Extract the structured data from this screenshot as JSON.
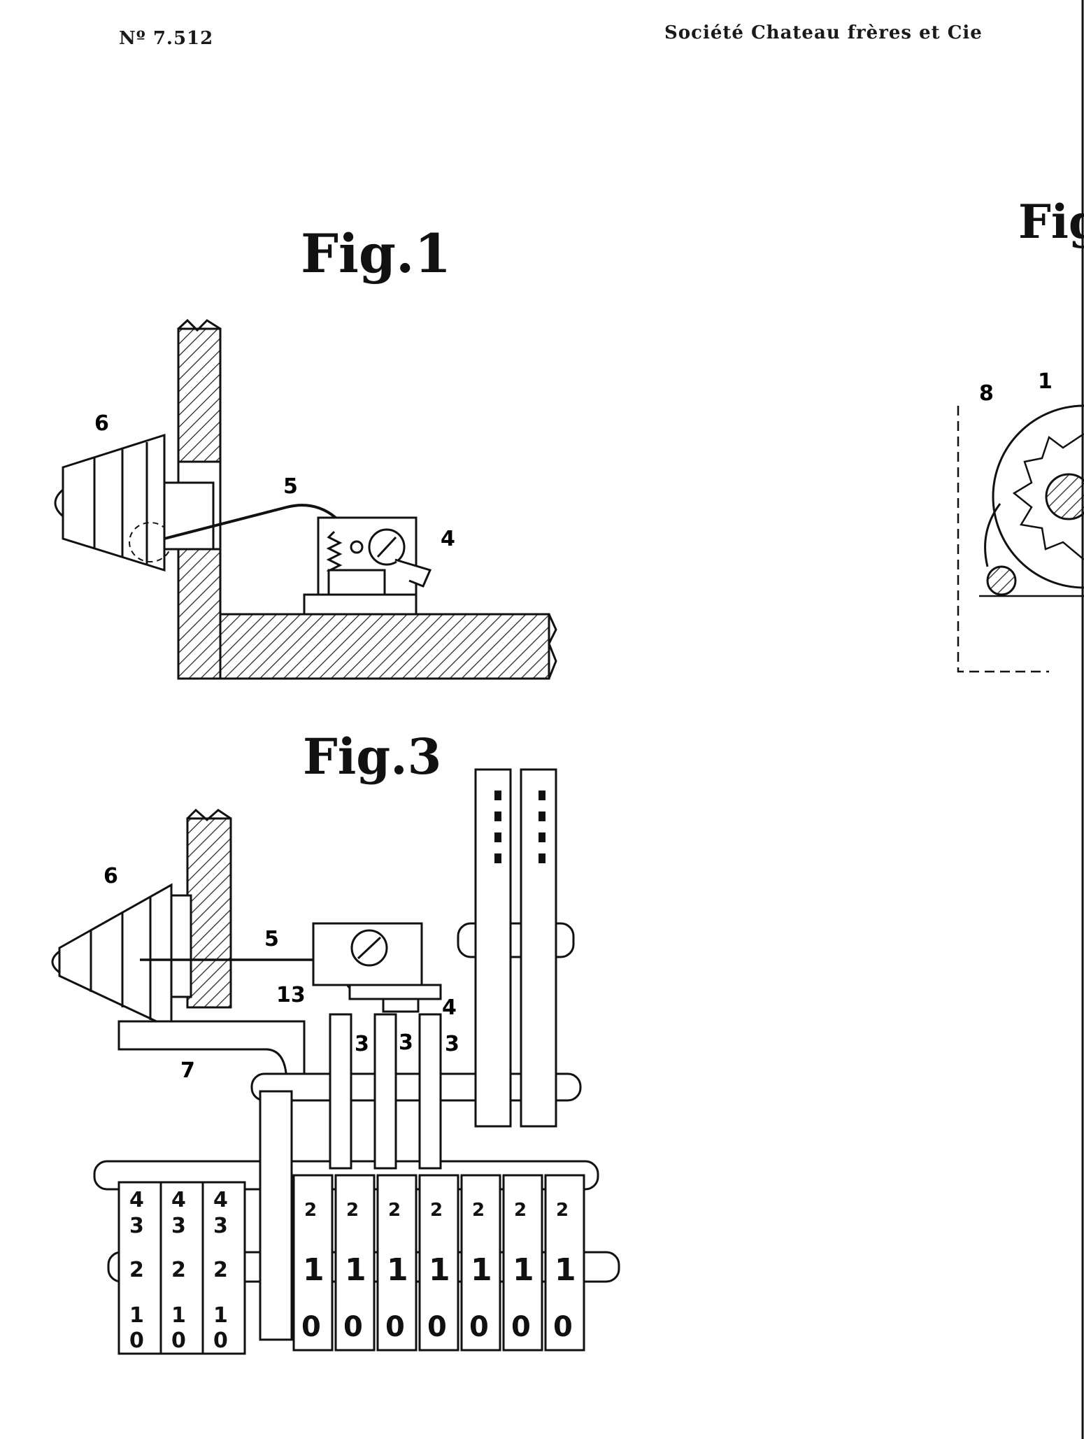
{
  "header": {
    "patent_number": "Nº 7.512",
    "company": "Société Chateau frères et Cie"
  },
  "figures": {
    "fig1": {
      "title": "Fig.1",
      "labels": {
        "cone": "6",
        "wire": "5",
        "lever": "4"
      }
    },
    "fig2": {
      "title": "Fig",
      "labels": {
        "wheel": "8",
        "gear": "1"
      }
    },
    "fig3": {
      "title": "Fig.3",
      "labels": {
        "cone": "6",
        "wire": "5",
        "lever": "4",
        "arm": "13",
        "bracket": "7",
        "tab1": "3",
        "tab2": "3",
        "tab3": "3"
      },
      "wheel_digits": {
        "left_columns": [
          "4",
          "3",
          "2",
          "1",
          "0"
        ],
        "right_columns": [
          "2",
          "1",
          "0"
        ]
      }
    }
  }
}
